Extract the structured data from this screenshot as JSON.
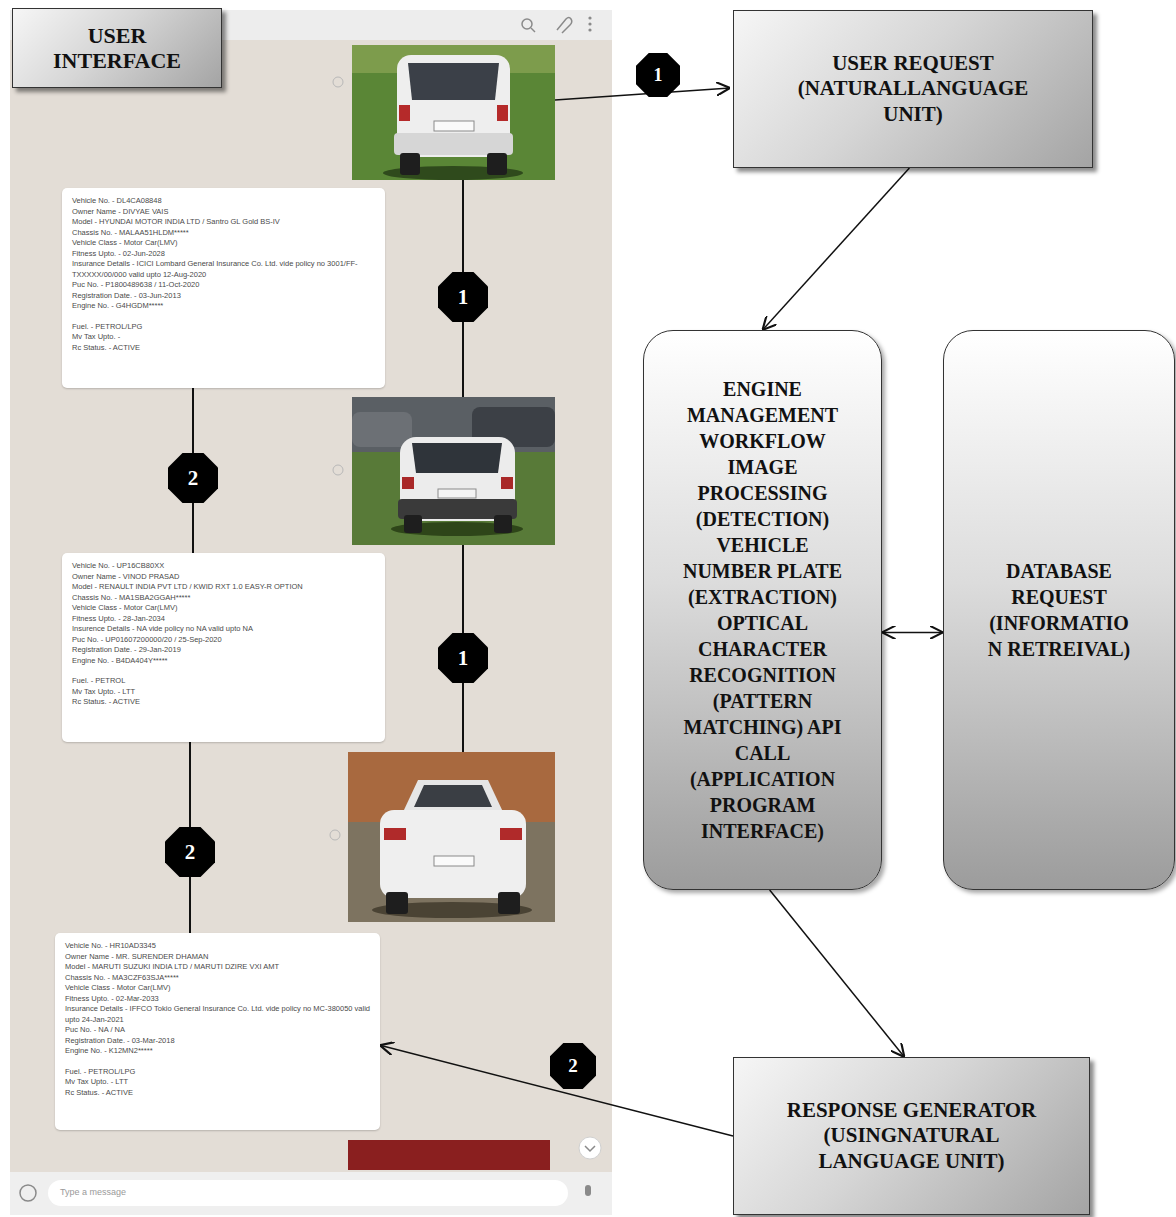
{
  "diagram": {
    "nodes": [
      {
        "text": [
          "USER INTERFACE"
        ]
      },
      {
        "text": [
          "Vehicle No. - DL4CA08848",
          "Owner Name - DIVYAE VAIS",
          "Model - HYUNDAI MOTOR INDIA LTD / Santro GL Gold BS-IV",
          "Chassis No. - MALAA51HLDM*****",
          "Vehicle Class - Motor Car(LMV)",
          "Fitness Upto. - 02-Jun-2028",
          "Insurance Details - ICICI Lombard General Insurance Co. Ltd. vide policy no 3001/FF-TXXXXX/00/000 valid upto 12-Aug-2020",
          "Puc No. - P1800489638 / 11-Oct-2020",
          "Registration Date. - 03-Jun-2013",
          "Engine No. - G4HGDM*****",
          "Fuel. - PETROL/LPG",
          "Mv Tax Upto. -",
          "Rc Status. - ACTIVE"
        ]
      },
      {
        "text": [
          "Vehicle No. - UP16CB80XX",
          "Owner Name - VINOD PRASAD",
          "Model - RENAULT INDIA PVT LTD / KWID RXT 1.0 EASY-R OPTION",
          "Chassis No. - MA1SBA2GGAH*****",
          "Vehicle Class - Motor Car(LMV)",
          "Fitness Upto. - 28-Jan-2034",
          "Insurence Details - NA vide policy no NA valid upto NA",
          "Puc No. - UP01607200000/20 / 25-Sep-2020",
          "Registration Date. - 29-Jan-2019",
          "Engine No. - B4DA404Y*****",
          "Fuel. - PETROL",
          "Mv Tax Upto. - LTT",
          "Rc Status. - ACTIVE"
        ]
      },
      {
        "text": [
          "Vehicle No. - HR10AD3345",
          "Owner Name - MR. SURENDER DHAMAN",
          "Model - MARUTI SUZUKI INDIA LTD / MARUTI DZIRE VXI AMT",
          "Chassis No. - MA3CZF63SJA*****",
          "Vehicle Class - Motor Car(LMV)",
          "Fitness Upto. - 02-Mar-2033",
          "Insurance Details - IFFCO Tokio General Insurance Co. Ltd. vide policy no MC-380050 valid upto 24-Jan-2021",
          "Puc No. - NA / NA",
          "Registration Date. - 03-Mar-2018",
          "Engine No. - K12MN2*****",
          "Fuel. - PETROL/LPG",
          "Mv Tax Upto. - LTT",
          "Rc Status. - ACTIVE"
        ]
      },
      {
        "text": [
          "USER REQUEST (NATURALLANGUAGE UNIT)"
        ]
      },
      {
        "text": [
          "ENGINE MANAGEMENT WORKFLOW IMAGE PROCESSING (DETECTION) VEHICLE NUMBER PLATE (EXTRACTION) OPTICAL CHARACTER RECOGNITION (PATTERN MATCHING) API CALL (APPLICATION PROGRAM INTERFACE)"
        ]
      },
      {
        "text": [
          "DATABASE REQUEST (INFORMATIO N RETREIVAL)"
        ]
      },
      {
        "text": [
          "RESPONSE GENERATOR (USINGNATURAL LANGUAGE UNIT)"
        ]
      }
    ],
    "edges": [
      {
        "from": 4,
        "to": 5,
        "arrow": "to"
      },
      {
        "from": 5,
        "to": 6,
        "arrow": "both"
      },
      {
        "from": 5,
        "to": 7,
        "arrow": "to"
      },
      {
        "from": 7,
        "to": 3,
        "arrow": "to"
      }
    ],
    "labels": [
      "1",
      "1",
      "2",
      "1",
      "2",
      "2",
      "Type a message"
    ]
  }
}
